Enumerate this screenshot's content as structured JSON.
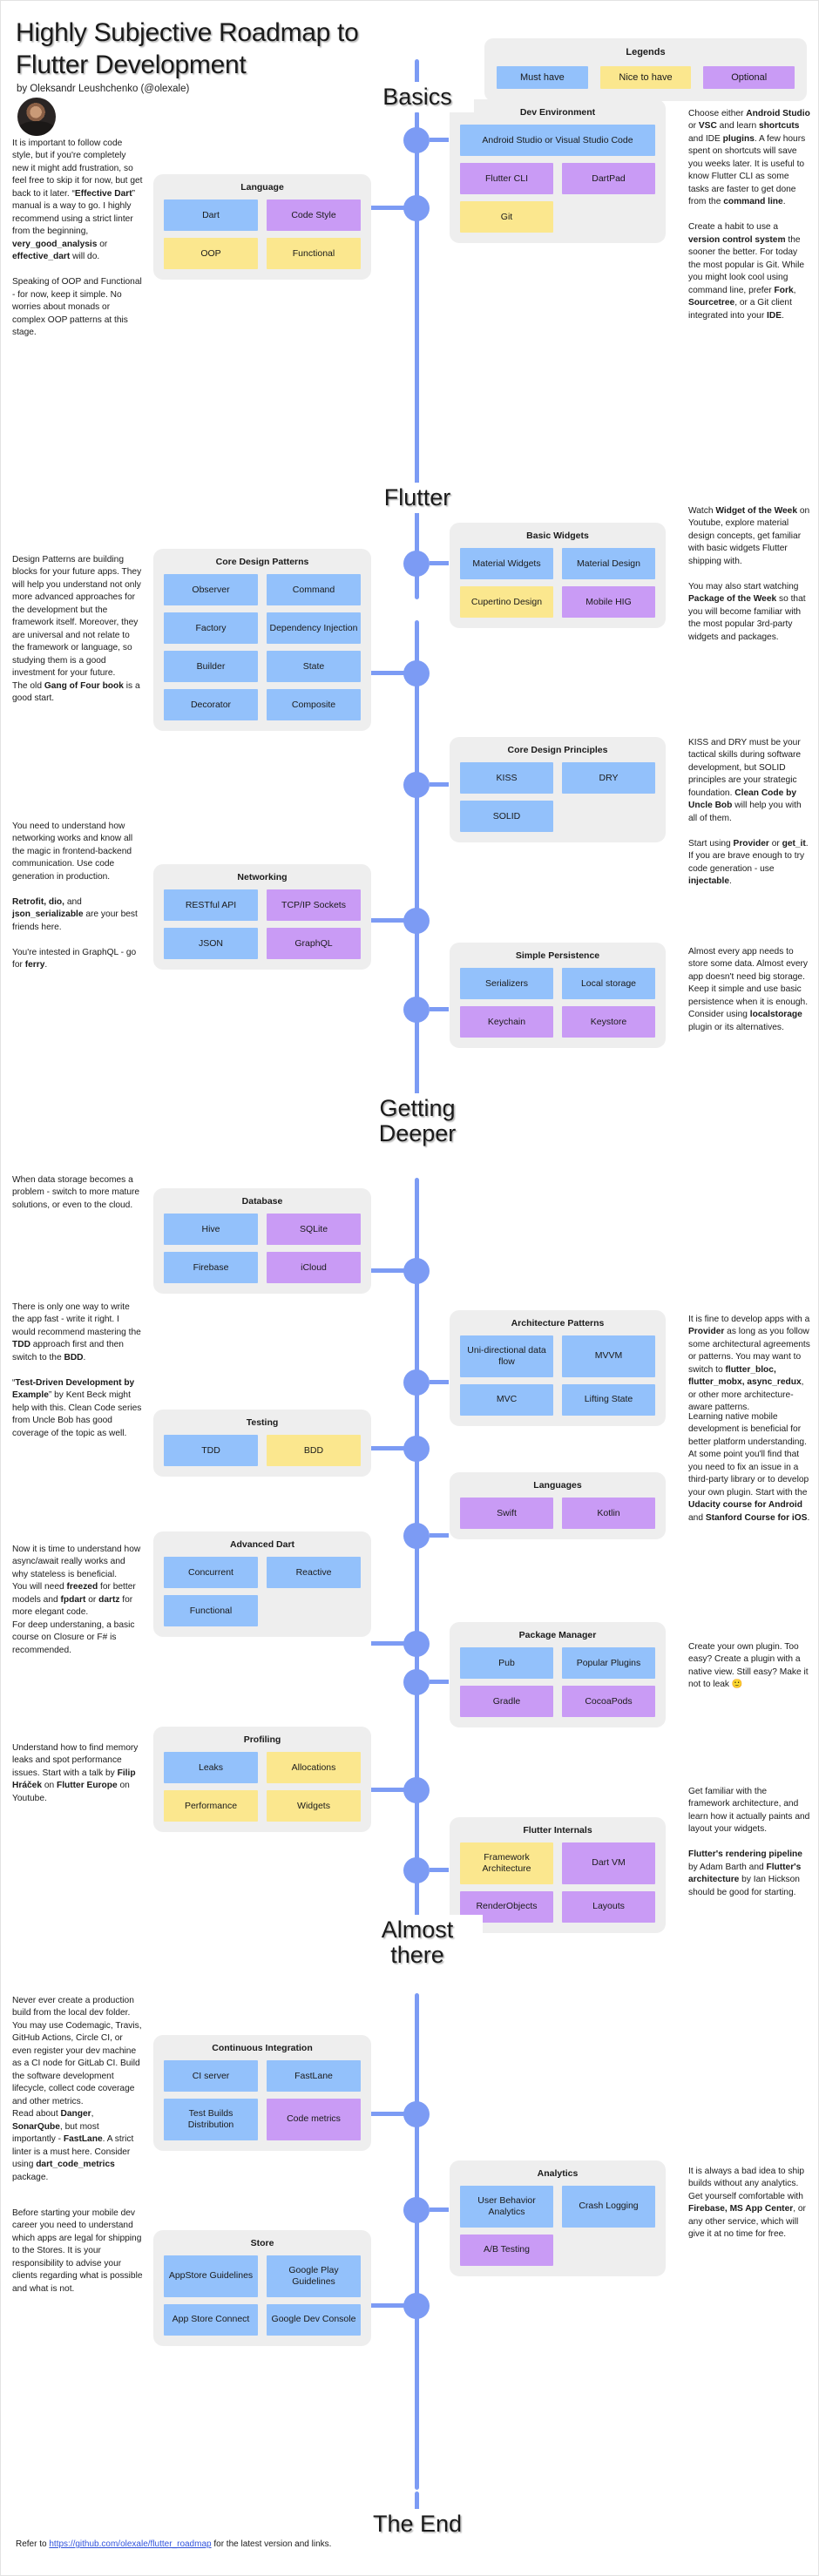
{
  "header": {
    "title": "Highly Subjective Roadmap\nto Flutter Development",
    "byline": "by Oleksandr Leushchenko (@olexale)",
    "avatar_alt": "author-photo"
  },
  "legends": {
    "title": "Legends",
    "items": [
      {
        "label": "Must have",
        "color": "#93C1FB",
        "class": "must"
      },
      {
        "label": "Nice to have",
        "color": "#FBE78E",
        "class": "nice"
      },
      {
        "label": "Optional",
        "color": "#C99BF5",
        "class": "opt"
      }
    ]
  },
  "milestones": [
    {
      "label": "Basics"
    },
    {
      "label": "Flutter"
    },
    {
      "label": "Getting\nDeeper"
    },
    {
      "label": "Almost\nthere"
    },
    {
      "label": "The End"
    }
  ],
  "cards": {
    "dev_environment": {
      "title": "Dev Environment",
      "items": [
        {
          "label": "Android Studio or Visual Studio Code",
          "kind": "must",
          "wide": true
        },
        {
          "label": "Flutter CLI",
          "kind": "opt"
        },
        {
          "label": "DartPad",
          "kind": "opt"
        },
        {
          "label": "Git",
          "kind": "nice"
        }
      ]
    },
    "language": {
      "title": "Language",
      "items": [
        {
          "label": "Dart",
          "kind": "must"
        },
        {
          "label": "Code Style",
          "kind": "opt"
        },
        {
          "label": "OOP",
          "kind": "nice"
        },
        {
          "label": "Functional",
          "kind": "nice"
        }
      ]
    },
    "basic_widgets": {
      "title": "Basic Widgets",
      "items": [
        {
          "label": "Material Widgets",
          "kind": "must"
        },
        {
          "label": "Material Design",
          "kind": "must"
        },
        {
          "label": "Cupertino Design",
          "kind": "nice"
        },
        {
          "label": "Mobile HIG",
          "kind": "opt"
        }
      ]
    },
    "core_design_patterns": {
      "title": "Core Design Patterns",
      "items": [
        {
          "label": "Observer",
          "kind": "must"
        },
        {
          "label": "Command",
          "kind": "must"
        },
        {
          "label": "Factory",
          "kind": "must"
        },
        {
          "label": "Dependency Injection",
          "kind": "must"
        },
        {
          "label": "Builder",
          "kind": "must"
        },
        {
          "label": "State",
          "kind": "must"
        },
        {
          "label": "Decorator",
          "kind": "must"
        },
        {
          "label": "Composite",
          "kind": "must"
        }
      ]
    },
    "core_design_principles": {
      "title": "Core Design Principles",
      "items": [
        {
          "label": "KISS",
          "kind": "must"
        },
        {
          "label": "DRY",
          "kind": "must"
        },
        {
          "label": "SOLID",
          "kind": "must"
        }
      ]
    },
    "networking": {
      "title": "Networking",
      "items": [
        {
          "label": "RESTful API",
          "kind": "must"
        },
        {
          "label": "TCP/IP Sockets",
          "kind": "opt"
        },
        {
          "label": "JSON",
          "kind": "must"
        },
        {
          "label": "GraphQL",
          "kind": "opt"
        }
      ]
    },
    "simple_persistence": {
      "title": "Simple Persistence",
      "items": [
        {
          "label": "Serializers",
          "kind": "must"
        },
        {
          "label": "Local storage",
          "kind": "must"
        },
        {
          "label": "Keychain",
          "kind": "opt"
        },
        {
          "label": "Keystore",
          "kind": "opt"
        }
      ]
    },
    "database": {
      "title": "Database",
      "items": [
        {
          "label": "Hive",
          "kind": "must"
        },
        {
          "label": "SQLite",
          "kind": "opt"
        },
        {
          "label": "Firebase",
          "kind": "must"
        },
        {
          "label": "iCloud",
          "kind": "opt"
        }
      ]
    },
    "architecture_patterns": {
      "title": "Architecture Patterns",
      "items": [
        {
          "label": "Uni-directional data flow",
          "kind": "must"
        },
        {
          "label": "MVVM",
          "kind": "must"
        },
        {
          "label": "MVC",
          "kind": "must"
        },
        {
          "label": "Lifting State",
          "kind": "must"
        }
      ]
    },
    "testing": {
      "title": "Testing",
      "items": [
        {
          "label": "TDD",
          "kind": "must"
        },
        {
          "label": "BDD",
          "kind": "nice"
        }
      ]
    },
    "languages": {
      "title": "Languages",
      "items": [
        {
          "label": "Swift",
          "kind": "opt"
        },
        {
          "label": "Kotlin",
          "kind": "opt"
        }
      ]
    },
    "advanced_dart": {
      "title": "Advanced Dart",
      "items": [
        {
          "label": "Concurrent",
          "kind": "must"
        },
        {
          "label": "Reactive",
          "kind": "must"
        },
        {
          "label": "Functional",
          "kind": "must"
        }
      ]
    },
    "package_manager": {
      "title": "Package Manager",
      "items": [
        {
          "label": "Pub",
          "kind": "must"
        },
        {
          "label": "Popular Plugins",
          "kind": "must"
        },
        {
          "label": "Gradle",
          "kind": "opt"
        },
        {
          "label": "CocoaPods",
          "kind": "opt"
        }
      ]
    },
    "profiling": {
      "title": "Profiling",
      "items": [
        {
          "label": "Leaks",
          "kind": "must"
        },
        {
          "label": "Allocations",
          "kind": "nice"
        },
        {
          "label": "Performance",
          "kind": "nice"
        },
        {
          "label": "Widgets",
          "kind": "nice"
        }
      ]
    },
    "flutter_internals": {
      "title": "Flutter Internals",
      "items": [
        {
          "label": "Framework Architecture",
          "kind": "nice"
        },
        {
          "label": "Dart VM",
          "kind": "opt"
        },
        {
          "label": "RenderObjects",
          "kind": "opt"
        },
        {
          "label": "Layouts",
          "kind": "opt"
        }
      ]
    },
    "continuous_integration": {
      "title": "Continuous Integration",
      "items": [
        {
          "label": "CI server",
          "kind": "must"
        },
        {
          "label": "FastLane",
          "kind": "must"
        },
        {
          "label": "Test Builds Distribution",
          "kind": "must"
        },
        {
          "label": "Code metrics",
          "kind": "opt"
        }
      ]
    },
    "analytics": {
      "title": "Analytics",
      "items": [
        {
          "label": "User Behavior Analytics",
          "kind": "must"
        },
        {
          "label": "Crash Logging",
          "kind": "must"
        },
        {
          "label": "A/B Testing",
          "kind": "opt"
        }
      ]
    },
    "store": {
      "title": "Store",
      "items": [
        {
          "label": "AppStore Guidelines",
          "kind": "must"
        },
        {
          "label": "Google Play Guidelines",
          "kind": "must"
        },
        {
          "label": "App Store Connect",
          "kind": "must"
        },
        {
          "label": "Google Dev Console",
          "kind": "must"
        }
      ]
    }
  },
  "notes": {
    "dev_environment": "Choose either <b>Android Studio</b> or <b>VSC</b> and learn <b>shortcuts</b> and IDE <b>plugins</b>. A few hours spent on shortcuts will save you weeks later. It is useful to know Flutter CLI as some tasks are faster to get done from the <b>command line</b>.\n\nCreate a habit to use a <b>version control system</b> the sooner the better. For today the most popular is Git. While you might look cool using command line, prefer <b>Fork</b>, <b>Sourcetree</b>, or a Git client integrated into your <b>IDE</b>.",
    "language": "It is important to follow code style, but if you're completely new it might add frustration, so feel free to skip it for now, but get back to it later. “<b>Effective Dart</b>” manual is a way to go. I highly recommend using a strict linter from the beginning, <b>very_good_analysis</b> or <b>effective_dart</b> will do.\n\nSpeaking of OOP and Functional - for now, keep it simple. No worries about monads or complex OOP patterns at this stage.",
    "basic_widgets": "Watch <b>Widget of the Week</b> on Youtube, explore material design concepts, get familiar with basic widgets Flutter shipping with.\n\nYou may also start watching <b>Package of the Week</b> so that you will become familiar with the most popular 3rd-party widgets and packages.",
    "core_design_patterns": "Design Patterns are building blocks for your future apps. They will help you understand not only more advanced approaches for the development but the framework itself. Moreover, they are universal and not relate to the framework or language, so studying them is a good investment for your future.\nThe old <b>Gang of Four book</b> is a good start.",
    "core_design_principles": "KISS and DRY must be your tactical skills during software development, but SOLID principles are your strategic foundation. <b>Clean Code by Uncle Bob</b> will help you with all of them.\n\nStart using <b>Provider</b> or <b>get_it</b>. If you are brave enough to try code generation - use <b>injectable</b>.",
    "networking": "You need to understand how networking works and know all the magic in frontend-backend communication. Use code generation in production.\n\n<b>Retrofit, dio,</b> and <b>json_serializable</b> are your best friends here.\n\nYou're intested in GraphQL - go for <b>ferry</b>.",
    "simple_persistence": "Almost every app needs to store some data. Almost every app doesn't need big storage. Keep it simple and use basic persistence when it is enough. Consider using <b>localstorage</b> plugin or its alternatives.",
    "database": "When data storage becomes a problem - switch to more mature solutions, or even to the cloud.",
    "architecture_patterns": "It is fine to develop apps with a <b>Provider</b> as long as you follow some architectural agreements or patterns. You may want to switch to <b>flutter_bloc, flutter_mobx, async_redux</b>, or other more architecture-aware patterns.",
    "testing": "There is only one way to write the app fast - write it right. I would recommend mastering the <b>TDD</b> approach first and then switch to the <b>BDD</b>.\n\n“<b>Test-Driven Development by Example</b>” by Kent Beck might help with this. Clean Code series from Uncle Bob has good coverage of the topic as well.",
    "languages": "Learning native mobile development is beneficial for better platform understanding. At some point you'll find that you need to fix an issue in a third-party library or to develop your own plugin. Start with the <b>Udacity course for Android</b> and <b>Stanford Course for iOS</b>.",
    "advanced_dart": "Now it is time to understand how async/await really works and why stateless is beneficial.\nYou will need <b>freezed</b> for better models and <b>fpdart</b> or <b>dartz</b> for more elegant code.\nFor deep understaning, a basic course on Closure or F# is recommended.",
    "package_manager": "Create your own plugin. Too easy? Create a plugin with a native view. Still easy? Make it not to leak 🙂",
    "profiling": "Understand how to find memory leaks and spot performance issues. Start with a talk by <b>Filip Hráček</b> on <b>Flutter Europe</b> on Youtube.",
    "flutter_internals": "Get familiar with the framework architecture, and learn how it actually paints and layout your widgets.\n\n<b>Flutter's rendering pipeline</b> by Adam Barth and <b>Flutter's architecture</b> by Ian Hickson should be good for starting.",
    "continuous_integration": "Never ever create a production build from the local dev folder. You may use Codemagic, Travis, GitHub Actions, Circle CI, or even register your dev machine as a CI node for GitLab CI. Build the software development lifecycle, collect code coverage and other metrics.\nRead about <b>Danger</b>, <b>SonarQube</b>, but most importantly - <b>FastLane</b>. A strict linter is a must here. Consider using <b>dart_code_metrics</b> package.",
    "analytics": "It is always a bad idea to ship builds without any analytics. Get yourself comfortable with <b>Firebase, MS App Center</b>, or any other service, which will give it at no time for free.",
    "store": "Before starting your mobile dev career you need to understand which apps are legal for shipping to the Stores. It is your responsibility to advise your clients regarding what is possible and what is not."
  },
  "footer": {
    "prefix": "Refer to ",
    "link": "https://github.com/olexale/flutter_roadmap",
    "suffix": " for the latest version and links."
  }
}
